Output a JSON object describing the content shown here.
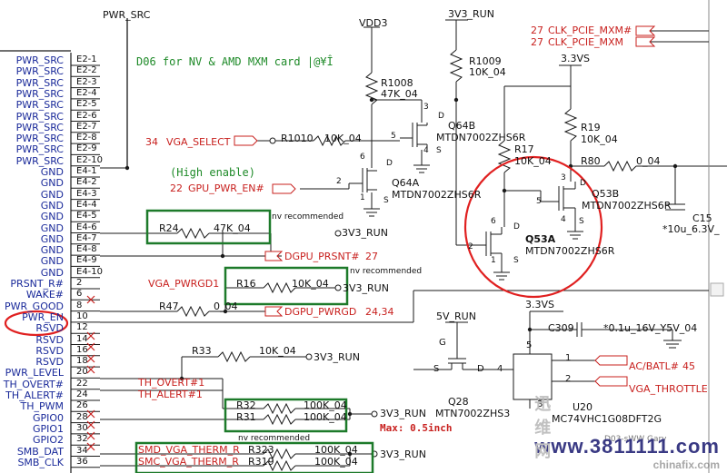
{
  "connector": {
    "pin_labels": [
      "E2-1",
      "E2-2",
      "E2-3",
      "E2-4",
      "E2-5",
      "E2-6",
      "E2-7",
      "E2-8",
      "E2-9",
      "E2-10",
      "E4-1",
      "E4-2",
      "E4-3",
      "E4-4",
      "E4-5",
      "E4-6",
      "E4-7",
      "E4-8",
      "E4-9",
      "E4-10",
      "2",
      "6",
      "8",
      "10",
      "12",
      "14",
      "16",
      "18",
      "20",
      "22",
      "24",
      "26",
      "28",
      "30",
      "32",
      "34",
      "36"
    ],
    "signal_labels": [
      "PWR_SRC",
      "PWR_SRC",
      "PWR_SRC",
      "PWR_SRC",
      "PWR_SRC",
      "PWR_SRC",
      "PWR_SRC",
      "PWR_SRC",
      "PWR_SRC",
      "PWR_SRC",
      "GND",
      "GND",
      "GND",
      "GND",
      "GND",
      "GND",
      "GND",
      "GND",
      "GND",
      "GND",
      "PRSNT_R#",
      "WAKE#",
      "PWR_GOOD",
      "PWR_EN",
      "RSVD",
      "RSVD",
      "RSVD",
      "RSVD",
      "PWR_LEVEL",
      "TH_OVERT#",
      "TH_ALERT#",
      "TH_PWM",
      "GPIO0",
      "GPIO1",
      "GPIO2",
      "SMB_DAT",
      "SMB_CLK"
    ]
  },
  "rails": {
    "pwr_src": "PWR_SRC",
    "vdd3": "VDD3",
    "v3v3_run_top": "3V3_RUN",
    "v3_3vs": "3.3VS",
    "v5v_run": "5V_RUN",
    "v3_3vs_low": "3.3VS",
    "v3v3_run_a": "3V3_RUN",
    "v3v3_run_b": "3V3_RUN",
    "v3v3_run_c": "3V3_RUN",
    "v3v3_run_d": "3V3_RUN",
    "v3v3_run_e": "3V3_RUN"
  },
  "notes": {
    "d06": "D06 for NV & AMD MXM card |@¥Î",
    "high_enable": "(High enable)",
    "nv_rec_1": "nv recommended",
    "nv_rec_2": "nv recommended",
    "nv_rec_3": "nv recommended",
    "max_len": "Max: 0.5inch",
    "d03": "D03-sWW Gary"
  },
  "nets": {
    "clk_pcie_mxm_n": "CLK_PCIE_MXM#",
    "clk_pcie_mxm_n_ref": "27",
    "clk_pcie_mxm": "CLK_PCIE_MXM",
    "clk_pcie_mxm_ref": "27",
    "vga_select": "VGA_SELECT",
    "vga_select_ref": "34",
    "gpu_pwr_en": "GPU_PWR_EN#",
    "gpu_pwr_en_ref": "22",
    "dgpu_prsnt": "DGPU_PRSNT#",
    "dgpu_prsnt_ref": "27",
    "vga_pwrgd1": "VGA_PWRGD1",
    "dgpu_pwrgd": "DGPU_PWRGD",
    "dgpu_pwrgd_ref": "24,34",
    "th_overt1": "TH_OVERT#1",
    "th_alert1": "TH_ALERT#1",
    "ac_batl": "AC/BATL#",
    "ac_batl_ref": "45",
    "vga_throttle": "VGA_THROTTLE",
    "smd_vga_therm": "SMD_VGA_THERM_R",
    "smc_vga_therm": "SMC_VGA_THERM_R"
  },
  "parts": {
    "r1008_ref": "R1008",
    "r1008_val": "47K_04",
    "r1009_ref": "R1009",
    "r1009_val": "10K_04",
    "r1010_ref": "R1010",
    "r1010_val": "10K_04",
    "r19_ref": "R19",
    "r19_val": "10K_04",
    "r17_ref": "R17",
    "r17_val": "10K_04",
    "r80_ref": "R80",
    "r80_val": "0_04",
    "r24_ref": "R24",
    "r24_val": "47K_04",
    "r16_ref": "R16",
    "r16_val": "10K_04",
    "r47_ref": "R47",
    "r47_val": "0_04",
    "r33_ref": "R33",
    "r33_val": "10K_04",
    "r32_ref": "R32",
    "r32_val": "100K_04",
    "r31_ref": "R31",
    "r31_val": "100K_04",
    "r323_ref": "R323",
    "r323_val": "100K_04",
    "r319_ref": "R319",
    "r319_val": "100K_04",
    "q64b_ref": "Q64B",
    "q64b_part": "MTDN7002ZHS6R",
    "q64a_ref": "Q64A",
    "q64a_part": "MTDN7002ZHS6R",
    "q53b_ref": "Q53B",
    "q53b_part": "MTDN7002ZHS6R",
    "q53a_ref": "Q53A",
    "q53a_part": "MTDN7002ZHS6R",
    "q28_ref": "Q28",
    "q28_part": "MTN7002ZHS3",
    "c309_ref": "C309",
    "c309_val": "*0.1u_16V_Y5V_04",
    "c15_ref": "C15",
    "c15_val": "*10u_6.3V_",
    "u20_ref": "U20",
    "u20_part": "MC74VHC1G08DFT2G"
  },
  "pins": {
    "d": "D",
    "s": "S",
    "g": "G",
    "g5": "5",
    "g2": "2",
    "n1": "1",
    "n2": "2",
    "n3": "3",
    "n4": "4",
    "n5": "5",
    "n6": "6"
  },
  "watermark": {
    "brand": "迅维网",
    "url": "www.3811111.com",
    "site": "chinafix.com"
  },
  "colors": {
    "wire": "#1a1a1a",
    "blue_text": "#1a2a9a",
    "red_net": "#c8201e",
    "green_box": "#1d7a2a",
    "highlight": "#e02020",
    "note_green": "#1e8a28"
  }
}
